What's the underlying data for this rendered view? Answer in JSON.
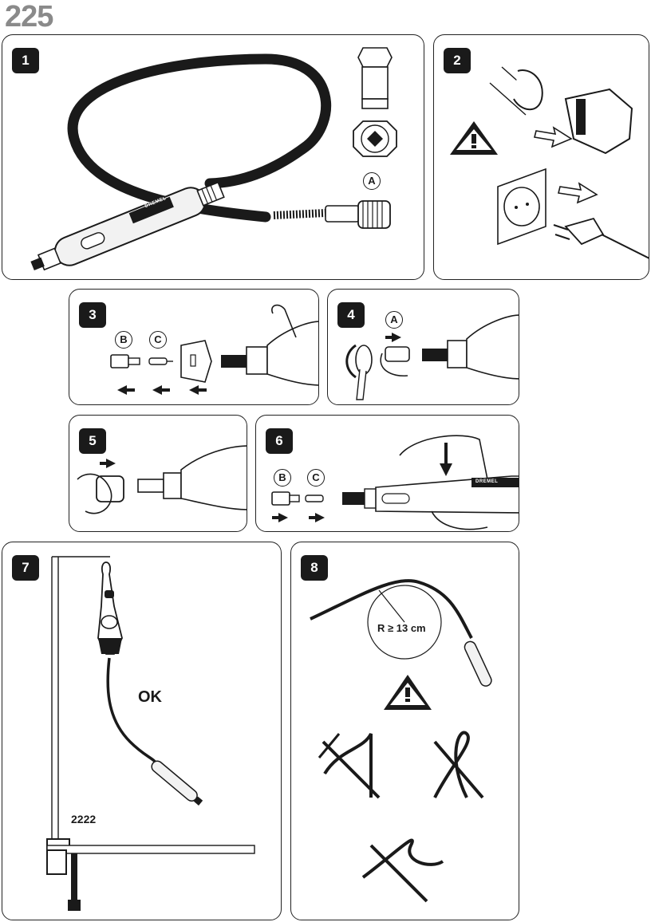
{
  "page": {
    "model_number": "225"
  },
  "panels": {
    "p1": {
      "step": "1",
      "label_a": "A"
    },
    "p2": {
      "step": "2"
    },
    "p3": {
      "step": "3",
      "label_b": "B",
      "label_c": "C"
    },
    "p4": {
      "step": "4",
      "label_a": "A"
    },
    "p5": {
      "step": "5"
    },
    "p6": {
      "step": "6",
      "label_b": "B",
      "label_c": "C",
      "brand": "DREMEL"
    },
    "p7": {
      "step": "7",
      "ok_text": "OK",
      "model_text": "2222"
    },
    "p8": {
      "step": "8",
      "radius_text": "R ≥ 13 cm"
    }
  },
  "icons": [
    "warning-triangle-icon",
    "arrow-right-icon",
    "arrow-left-icon",
    "arrow-down-icon",
    "cross-out-icon"
  ]
}
